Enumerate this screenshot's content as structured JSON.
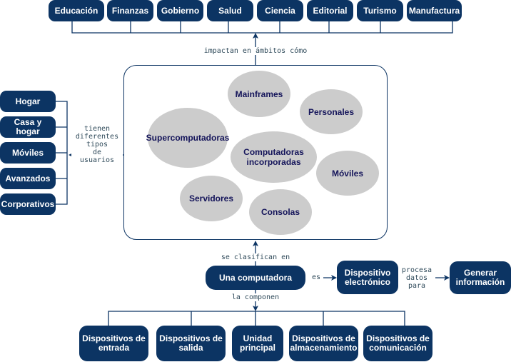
{
  "colors": {
    "node_fill": "#0c3463",
    "node_text": "#ffffff",
    "bubble_fill": "#cccccc",
    "bubble_text": "#14145a",
    "line": "#0c3463",
    "label_text": "#2f4a5a"
  },
  "center": {
    "title": "Una computadora"
  },
  "areas": {
    "link_label": "impactan en ámbitos cómo",
    "items": [
      "Educación",
      "Finanzas",
      "Gobierno",
      "Salud",
      "Ciencia",
      "Editorial",
      "Turismo",
      "Manufactura"
    ]
  },
  "types": {
    "link_label": "se clasifican en",
    "items": [
      "Mainframes",
      "Personales",
      "Supercomputadoras",
      "Computadoras\nincorporadas",
      "Móviles",
      "Servidores",
      "Consolas"
    ]
  },
  "users": {
    "link_label": "tienen\ndiferentes\ntipos\nde\nusuarios",
    "items": [
      "Hogar",
      "Casa y\nhogar",
      "Móviles",
      "Avanzados",
      "Corporativos"
    ]
  },
  "definition": {
    "link_label": "es",
    "node": "Dispositivo\nelectrónico",
    "process_label": "procesa\ndatos\npara",
    "result": "Generar\ninformación"
  },
  "components": {
    "link_label": "la componen",
    "items": [
      "Dispositivos de\nentrada",
      "Dispositivos de\nsalida",
      "Unidad\nprincipal",
      "Dispositivos de\nalmacenamiento",
      "Dispositivos de\ncomunicación"
    ]
  }
}
